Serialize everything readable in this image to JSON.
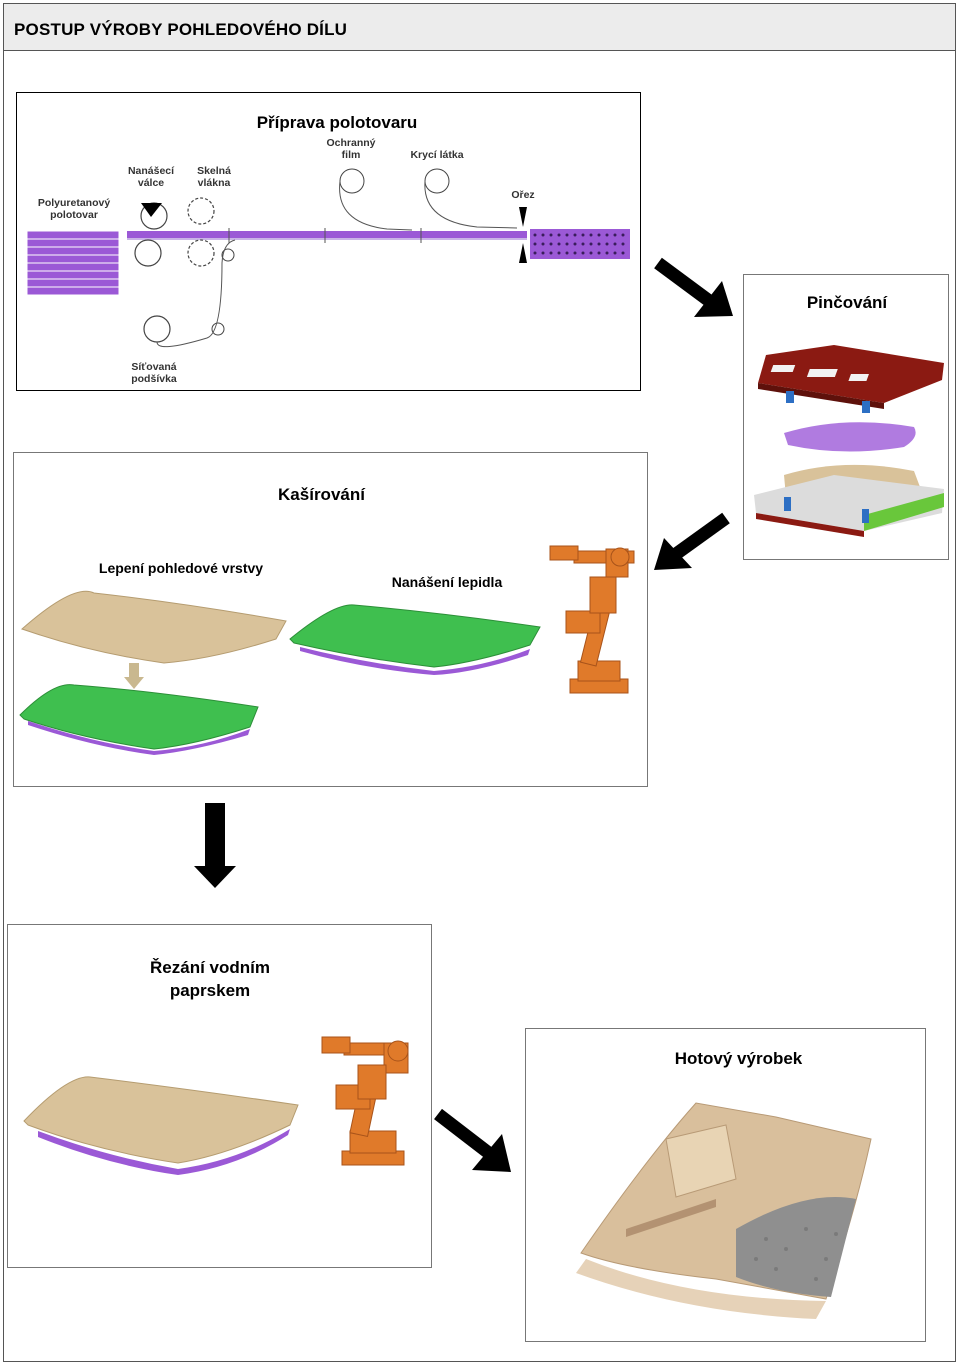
{
  "header": {
    "title": "POSTUP VÝROBY POHLEDOVÉHO DÍLU"
  },
  "panel_preparation": {
    "title": "Příprava polotovaru",
    "labels": {
      "polyurethane": [
        "Polyuretanový",
        "polotovar"
      ],
      "rollers": [
        "Nanášecí",
        "válce"
      ],
      "glass": [
        "Skelná",
        "vlákna"
      ],
      "film": [
        "Ochranný",
        "film"
      ],
      "fabric": "Krycí látka",
      "cut": "Ořez",
      "mesh": [
        "Síťovaná",
        "podšívka"
      ]
    }
  },
  "panel_pinching": {
    "title": "Pinčování"
  },
  "panel_lamination": {
    "title": "Kašírování",
    "step_bonding": "Lepení pohledové vrstvy",
    "step_glue": "Nanášení lepidla"
  },
  "panel_cutting": {
    "title_line1": "Řezání vodním",
    "title_line2": "paprskem"
  },
  "panel_final": {
    "title": "Hotový výrobek"
  },
  "colors": {
    "purple": "#9b59d6",
    "beige": "#d9c29a",
    "green": "#3fbf4f",
    "robot": "#e07a2a",
    "press_red": "#8b1a12"
  }
}
